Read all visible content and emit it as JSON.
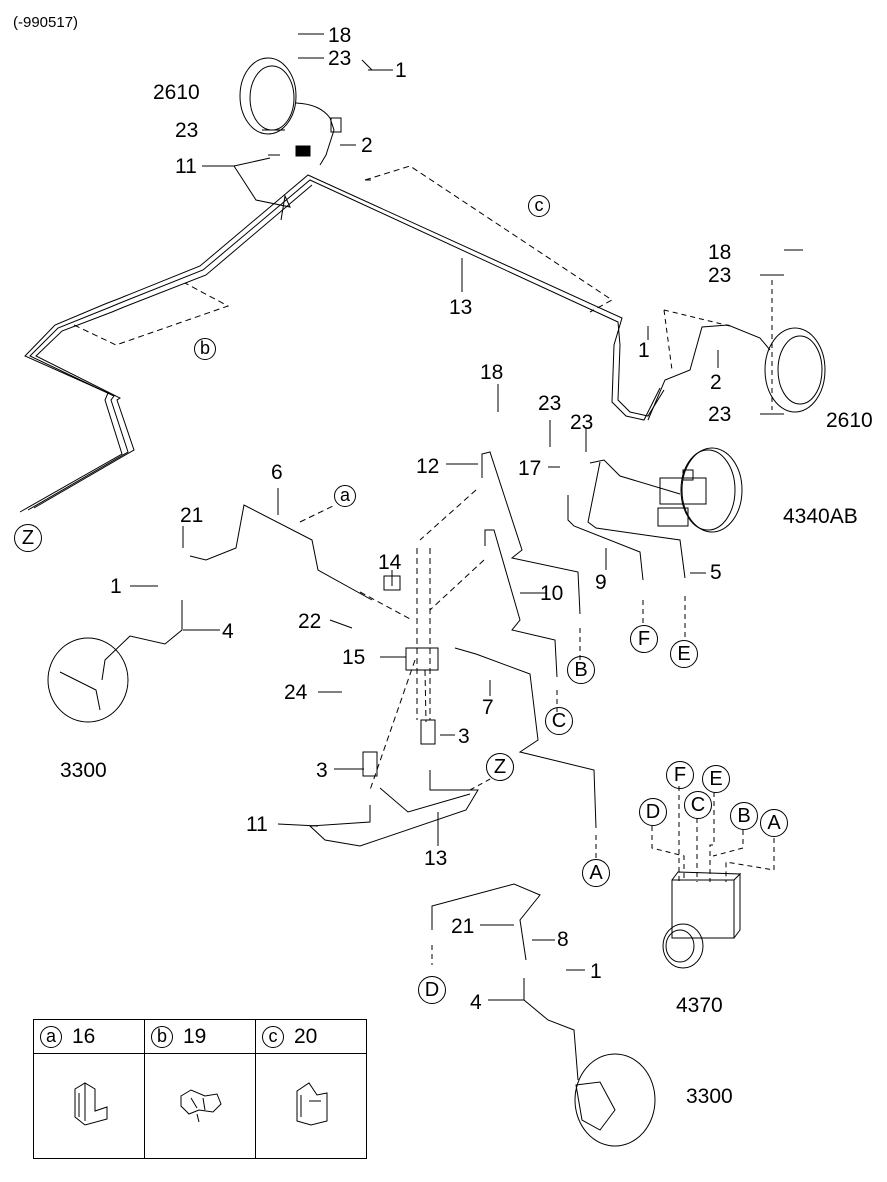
{
  "header": {
    "applicability": "(-990517)"
  },
  "callouts": {
    "c18_top": "18",
    "c23_top": "23",
    "c2610_left": "2610",
    "c1_top": "1",
    "c23_mid": "23",
    "c2_top": "2",
    "c11_top": "11",
    "c13_top": "13",
    "c18_right": "18",
    "c23_right_a": "23",
    "c1_right": "1",
    "c2_right": "2",
    "c23_right_b": "23",
    "c2610_right": "2610",
    "c18_center": "18",
    "c23_center_a": "23",
    "c23_center_b": "23",
    "c12": "12",
    "c17": "17",
    "c4340AB": "4340AB",
    "c6": "6",
    "c21_left": "21",
    "c1_left": "1",
    "c4_left": "4",
    "c3300_left": "3300",
    "c14": "14",
    "c22": "22",
    "c15": "15",
    "c24": "24",
    "c10": "10",
    "c9": "9",
    "c5": "5",
    "c7": "7",
    "c3_a": "3",
    "c3_b": "3",
    "c11_bottom": "11",
    "c13_bottom": "13",
    "c21_bottom": "21",
    "c8": "8",
    "c1_bottom": "1",
    "c4_bottom": "4",
    "c4370": "4370",
    "c3300_bottom": "3300"
  },
  "connectors": {
    "a": "a",
    "b": "b",
    "c": "c",
    "z_top": "Z",
    "z_bottom": "Z",
    "B": "B",
    "C": "C",
    "F": "F",
    "E": "E",
    "A": "A",
    "D": "D",
    "abs_D": "D",
    "abs_F": "F",
    "abs_C": "C",
    "abs_E": "E",
    "abs_B": "B",
    "abs_A": "A"
  },
  "legend": {
    "items": [
      {
        "key": "a",
        "part": "16"
      },
      {
        "key": "b",
        "part": "19"
      },
      {
        "key": "c",
        "part": "20"
      }
    ]
  }
}
